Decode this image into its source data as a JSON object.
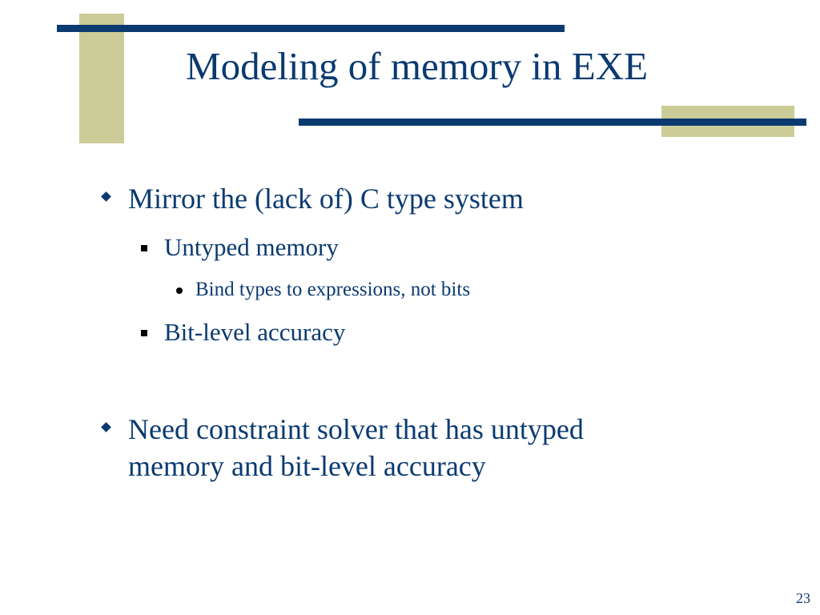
{
  "slide": {
    "title": "Modeling of memory in EXE",
    "bullets": [
      {
        "level": 1,
        "text": "Mirror the (lack of) C type system"
      },
      {
        "level": 2,
        "text": "Untyped memory"
      },
      {
        "level": 3,
        "text": "Bind types to expressions, not bits"
      },
      {
        "level": 2,
        "text": "Bit-level accuracy"
      },
      {
        "level": 1,
        "lines": [
          "Need constraint solver that has untyped",
          "memory and bit-level accuracy"
        ]
      }
    ],
    "page_number": "23"
  },
  "colors": {
    "title_text": "#0a3a70",
    "accent_line": "#0a3a70",
    "accent_block": "#cccc99",
    "background": "#ffffff"
  },
  "icons": {
    "level1_marker": "diamond-bullet-icon",
    "level2_marker": "square-bullet-icon",
    "level3_marker": "dot-bullet-icon"
  }
}
